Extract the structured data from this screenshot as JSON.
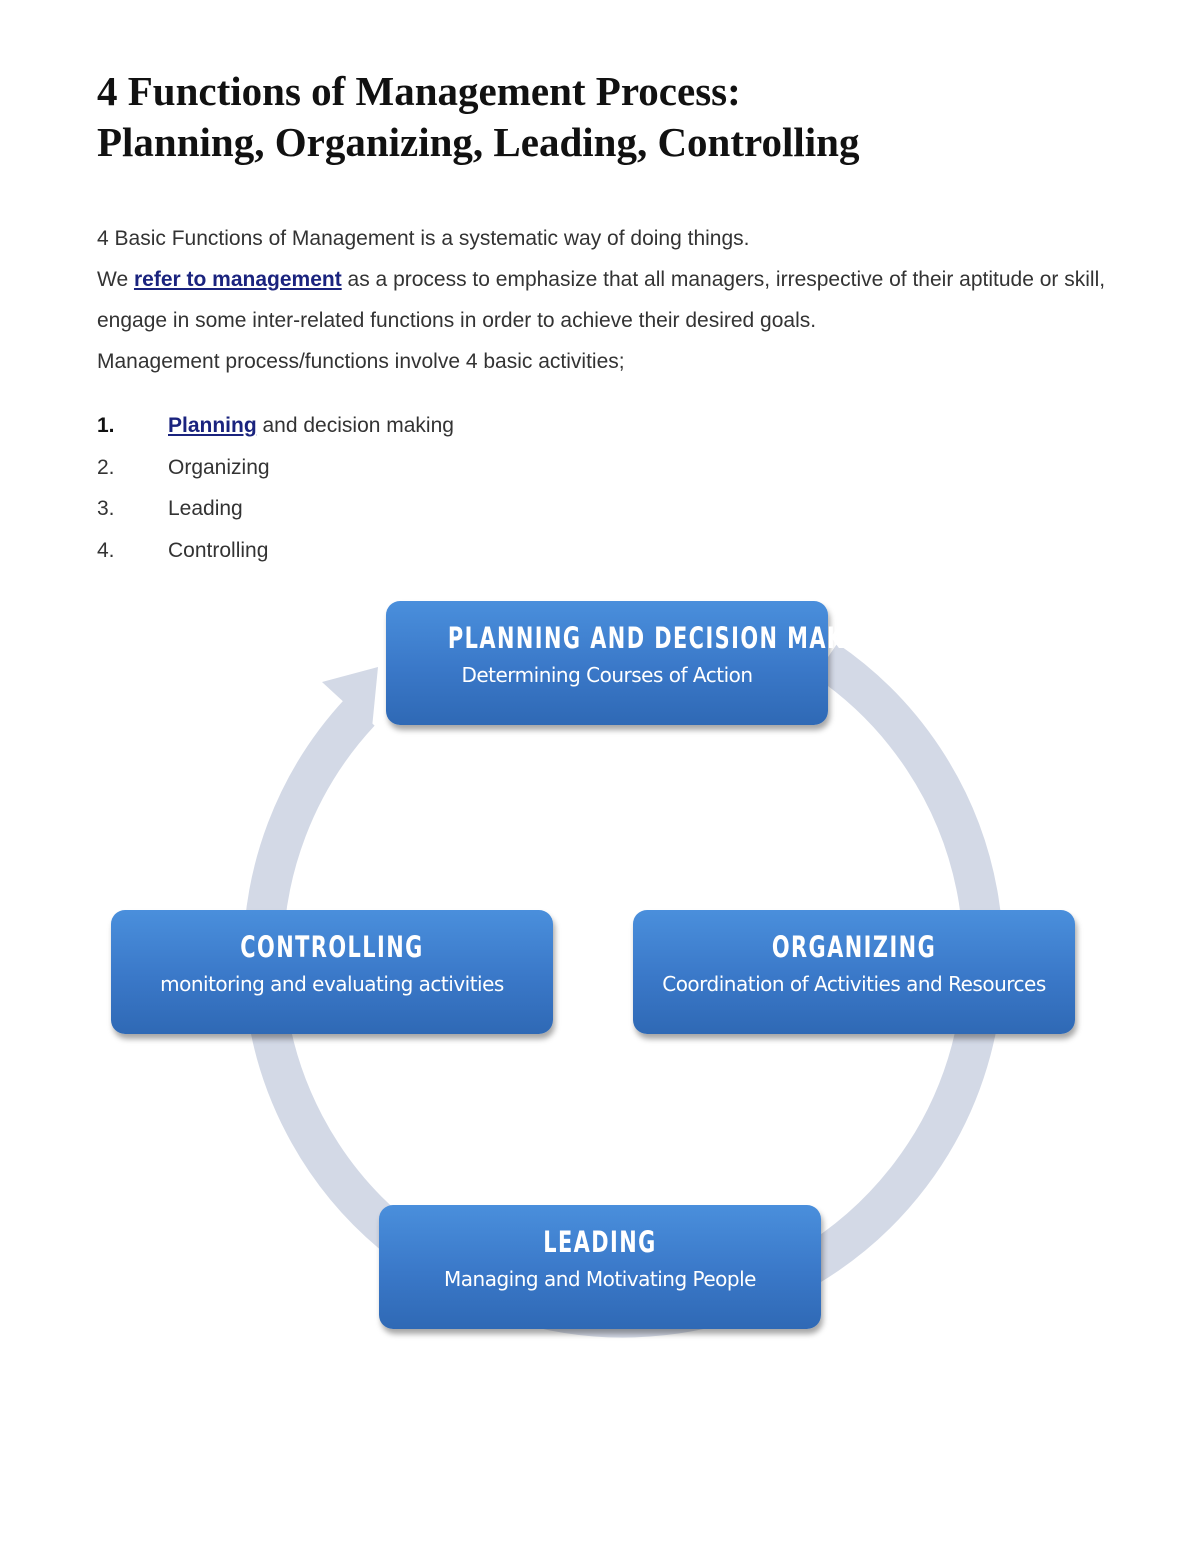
{
  "title_line1": "4 Functions of Management Process:",
  "title_line2": "Planning, Organizing, Leading, Controlling",
  "intro": {
    "line1": "4 Basic Functions of Management is a systematic way of doing things.",
    "we": "We ",
    "link": "refer to management",
    "rest": " as a process to emphasize that all managers, irrespective of their aptitude or skill, engage in some inter-related functions in order to achieve their desired goals.",
    "line4": "Management process/functions involve 4 basic activities;"
  },
  "list": [
    {
      "num": "1.",
      "link": "Planning",
      "text": " and decision making"
    },
    {
      "num": "2.",
      "text": "Organizing"
    },
    {
      "num": "3.",
      "text": "Leading"
    },
    {
      "num": "4.",
      "text": "Controlling"
    }
  ],
  "diagram": {
    "ring_color": "#d3d9e6",
    "box_color": "#3a78c8",
    "planning": {
      "title": "PLANNING  AND DECISION  MAKING",
      "sub": "Determining Courses of Action"
    },
    "organizing": {
      "title": "ORGANIZING",
      "sub": "Coordination of Activities and Resources"
    },
    "leading": {
      "title": "LEADING",
      "sub": "Managing and Motivating People"
    },
    "controlling": {
      "title": "CONTROLLING",
      "sub": "monitoring and evaluating activities"
    }
  }
}
